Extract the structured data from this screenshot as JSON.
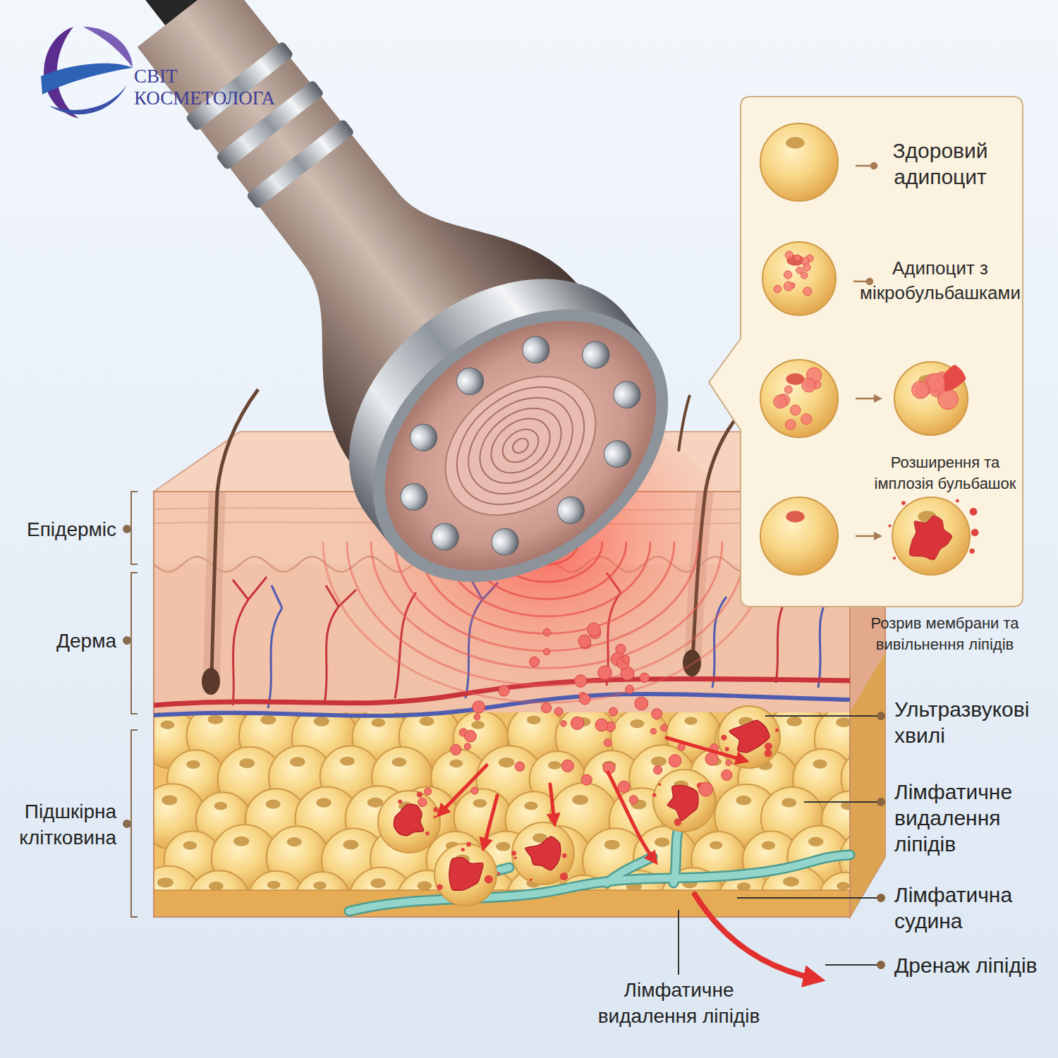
{
  "diagram": {
    "nodes": [
      {
        "text": [
          "Здоровий адипоцит",
          "Адипоцит з мікробульбашками",
          "Розширення та імплозія бульбашок",
          "Розрив мембрани та вивільнення ліпідів"
        ]
      }
    ],
    "labels": [
      "СВІТ КОСМЕТОЛОГА",
      "Епідерміс",
      "Дерма",
      "Підшкірна клітковина",
      "Ультразвукові хвилі",
      "Лімфатичне видалення ліпідів",
      "Лімфатична судина",
      "Дренаж ліпідів",
      "Лімфатичне видалення ліпідів"
    ]
  }
}
